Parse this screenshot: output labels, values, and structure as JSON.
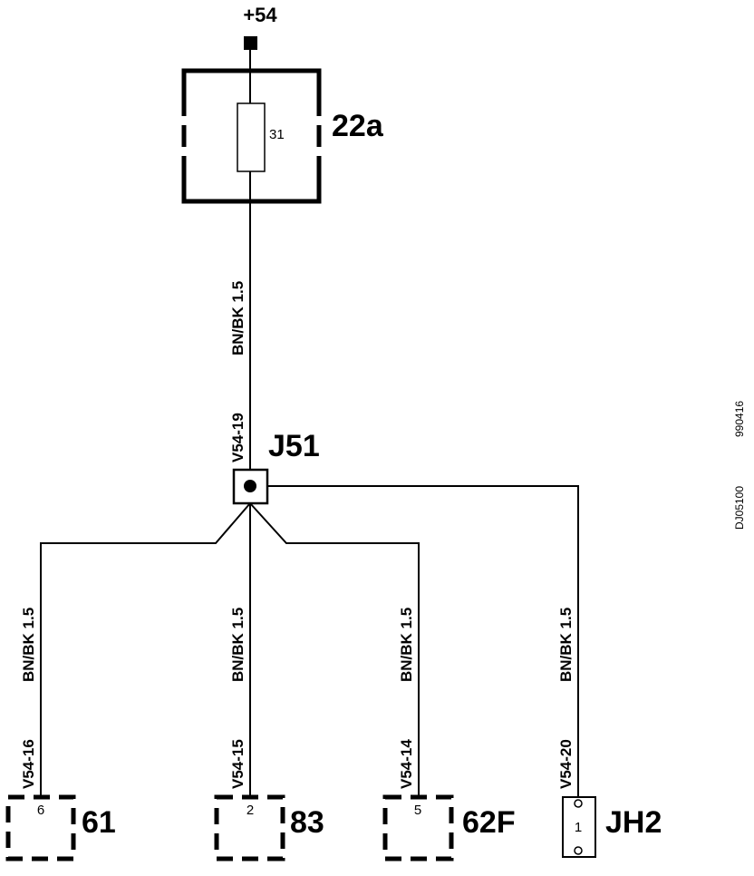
{
  "supply": {
    "label": "+54"
  },
  "fuse_box": {
    "label": "22a",
    "fuse_number": "31"
  },
  "main_wire": {
    "spec": "BN/BK  1.5",
    "id": "V54-19"
  },
  "junction": {
    "label": "J51"
  },
  "branches": [
    {
      "spec": "BN/BK  1.5",
      "id": "V54-16",
      "pin": "6",
      "component": "61"
    },
    {
      "spec": "BN/BK  1.5",
      "id": "V54-15",
      "pin": "2",
      "component": "83"
    },
    {
      "spec": "BN/BK  1.5",
      "id": "V54-14",
      "pin": "5",
      "component": "62F"
    },
    {
      "spec": "BN/BK  1.5",
      "id": "V54-20",
      "pin": "1",
      "component": "JH2"
    }
  ],
  "side_codes": {
    "doc": "DJ05100",
    "date": "990416"
  }
}
